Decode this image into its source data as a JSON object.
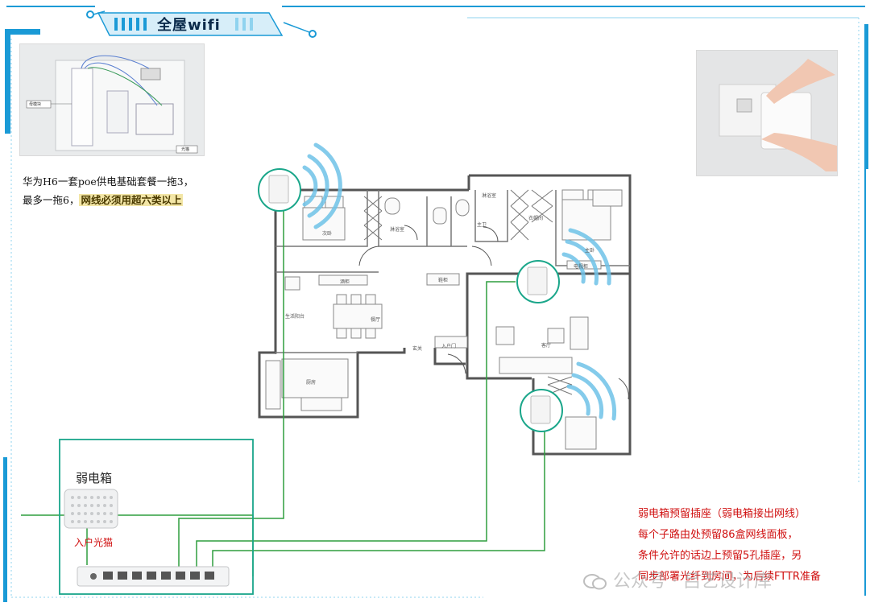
{
  "title": "全屋wifi",
  "note": {
    "line1": "华为H6一套poe供电基础套餐一拖3，",
    "line2_prefix": "最多一拖6，",
    "line2_highlight": "网线必须用超六类以上"
  },
  "photo_labels": {
    "left_label": "母模块",
    "right_label": "光猫"
  },
  "weak_box": {
    "title": "弱电箱",
    "modem_label": "入户光猫"
  },
  "red_notes": [
    "弱电箱预留插座（弱电箱接出网线）",
    "每个子路由处预留86盒网线面板，",
    "条件允许的话边上预留5孔插座，另",
    "同步部署光纤到房间，为后续FTTR准备"
  ],
  "watermark": "公众号 · 吕艺设计库",
  "rooms": {
    "secondary_bedroom": "次卧",
    "bathroom1": "淋浴室",
    "bathroom2": "淋浴室",
    "master_bath": "主卫",
    "closet": "衣帽间",
    "master_bedroom": "主卧",
    "balcony": "生活阳台",
    "restaurant": "餐厅",
    "kitchen": "厨房",
    "living": "客厅",
    "shoe": "鞋柜",
    "wine": "酒柜",
    "entry": "玄关",
    "door": "入户门",
    "tv": "电视柜"
  },
  "colors": {
    "accent_blue": "#1a9ad6",
    "cable_green": "#2e9e3e",
    "router_ring": "#1aa68a",
    "note_red": "#d01010",
    "wifi_arc": "#6fc3e8"
  }
}
